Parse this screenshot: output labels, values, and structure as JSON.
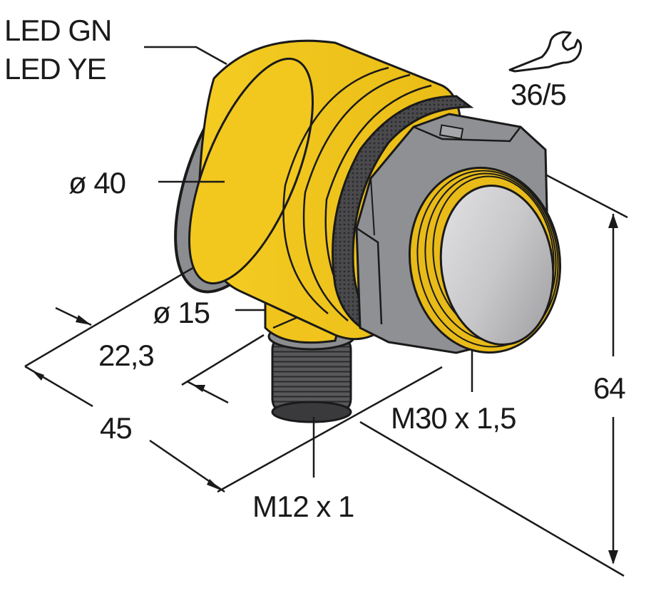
{
  "diagram": {
    "type": "dimension-drawing",
    "subject": "cylindrical photoelectric sensor with angled M12 connector",
    "colors": {
      "housing_yellow": "#f2c81e",
      "housing_yellow_shade": "#e0b214",
      "metal_gray": "#8c8d91",
      "metal_dark": "#3a3a3c",
      "lens_gray": "#c9c9cb",
      "line": "#1a1a1a",
      "background": "#ffffff"
    },
    "labels": {
      "led_gn": "LED GN",
      "led_ye": "LED YE",
      "diameter_40": "ø 40",
      "wrench_size": "36/5",
      "diameter_15": "ø 15",
      "dim_22_3": "22,3",
      "dim_45": "45",
      "thread_m30": "M30 x 1,5",
      "dim_64": "64",
      "thread_m12": "M12 x 1"
    },
    "icons": {
      "wrench": "wrench-icon"
    }
  }
}
